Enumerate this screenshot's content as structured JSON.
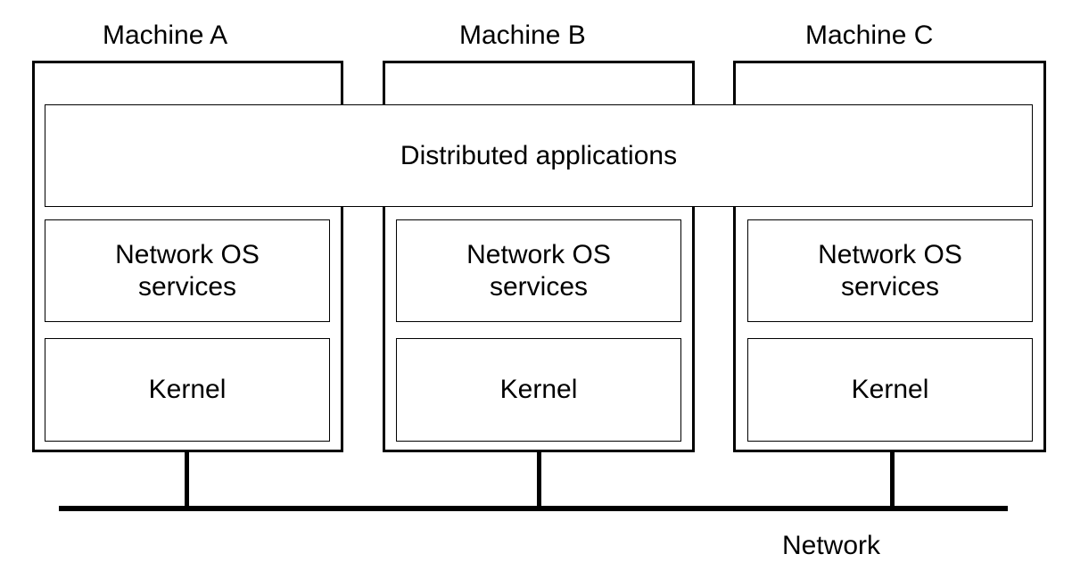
{
  "machines": [
    {
      "label": "Machine A",
      "services": "Network OS\nservices",
      "kernel": "Kernel"
    },
    {
      "label": "Machine B",
      "services": "Network OS\nservices",
      "kernel": "Kernel"
    },
    {
      "label": "Machine C",
      "services": "Network OS\nservices",
      "kernel": "Kernel"
    }
  ],
  "distributed_layer": "Distributed applications",
  "network_label": "Network"
}
